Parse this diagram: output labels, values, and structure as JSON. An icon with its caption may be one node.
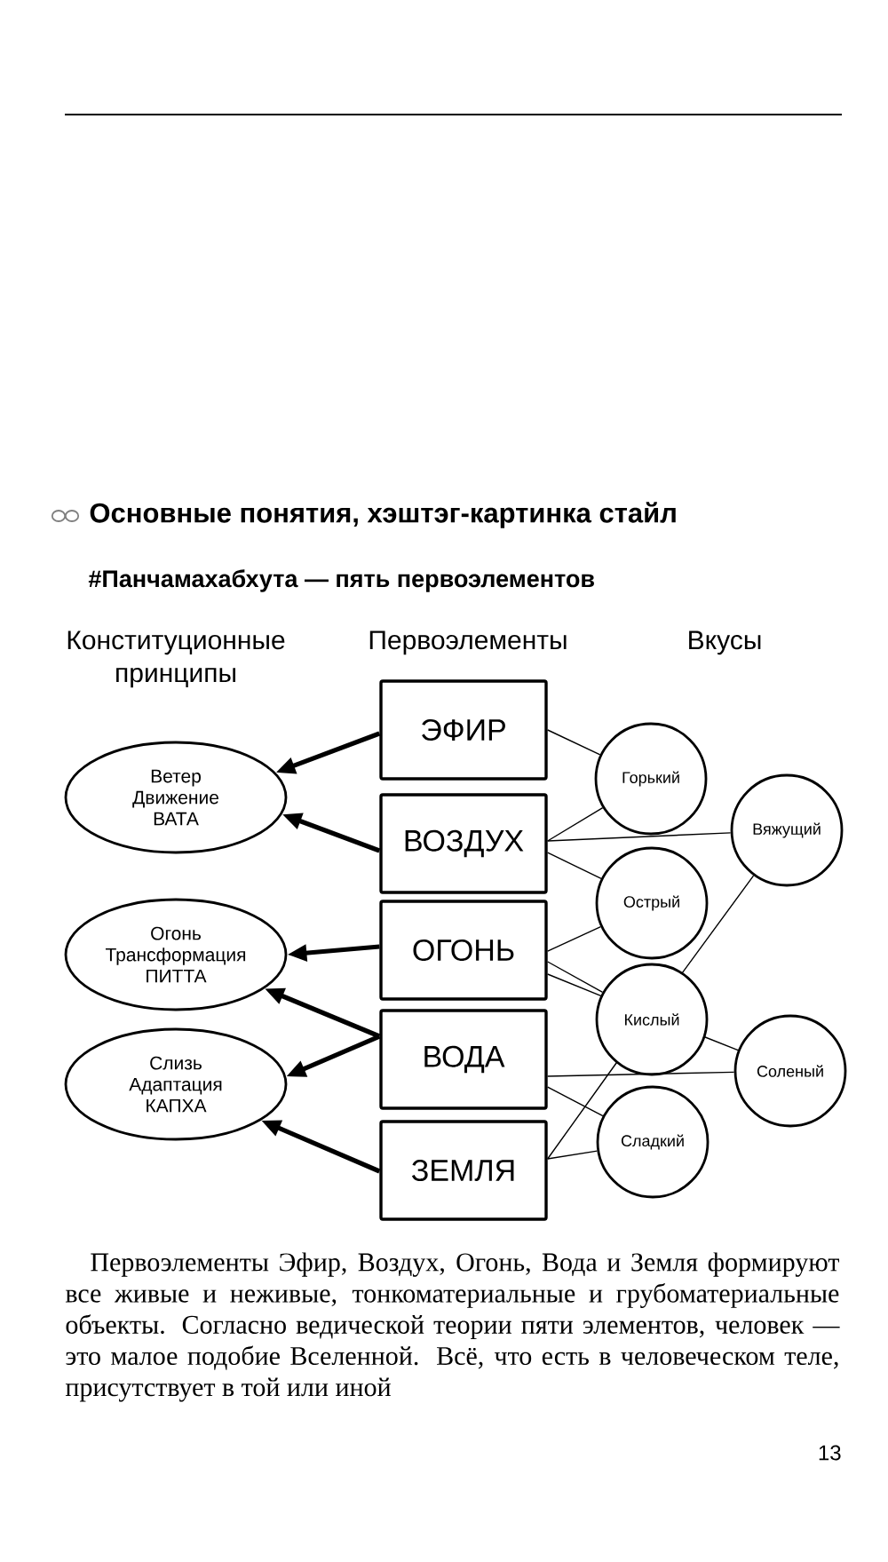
{
  "diagram": {
    "title": "Основные понятия, хэштэг-картинка стайл",
    "nodes": [
      {
        "text": [
          "ЭФИР"
        ]
      },
      {
        "text": [
          "ВОЗДУХ"
        ]
      },
      {
        "text": [
          "ОГОНЬ"
        ]
      },
      {
        "text": [
          "ВОДА"
        ]
      },
      {
        "text": [
          "ЗЕМЛЯ"
        ]
      },
      {
        "text": [
          "Ветер",
          "Движение",
          "ВАТА"
        ]
      },
      {
        "text": [
          "Огонь",
          "Трансформация",
          "ПИТТА"
        ]
      },
      {
        "text": [
          "Слизь",
          "Адаптация",
          "КАПХА"
        ]
      },
      {
        "text": [
          "Горький"
        ]
      },
      {
        "text": [
          "Вяжущий"
        ]
      },
      {
        "text": [
          "Острый"
        ]
      },
      {
        "text": [
          "Кислый"
        ]
      },
      {
        "text": [
          "Соленый"
        ]
      },
      {
        "text": [
          "Сладкий"
        ]
      }
    ],
    "edges": [
      {
        "from": 0,
        "to": 5,
        "arrow": "to",
        "style": "thick"
      },
      {
        "from": 1,
        "to": 5,
        "arrow": "to",
        "style": "thick"
      },
      {
        "from": 2,
        "to": 6,
        "arrow": "to",
        "style": "thick"
      },
      {
        "from": 3,
        "to": 6,
        "arrow": "to",
        "style": "thick"
      },
      {
        "from": 3,
        "to": 7,
        "arrow": "to",
        "style": "thick"
      },
      {
        "from": 4,
        "to": 7,
        "arrow": "to",
        "style": "thick"
      },
      {
        "from": 0,
        "to": 8,
        "arrow": "none"
      },
      {
        "from": 1,
        "to": 8,
        "arrow": "none"
      },
      {
        "from": 1,
        "to": 9,
        "arrow": "none"
      },
      {
        "from": 1,
        "to": 10,
        "arrow": "none"
      },
      {
        "from": 2,
        "to": 10,
        "arrow": "none"
      },
      {
        "from": 2,
        "to": 11,
        "arrow": "none"
      },
      {
        "from": 2,
        "to": 12,
        "arrow": "none"
      },
      {
        "from": 3,
        "to": 12,
        "arrow": "none"
      },
      {
        "from": 3,
        "to": 13,
        "arrow": "none"
      },
      {
        "from": 4,
        "to": 13,
        "arrow": "none"
      },
      {
        "from": 4,
        "to": 9,
        "arrow": "none"
      }
    ],
    "labels": [
      "#Панчамахабхута — пять первоэлементов",
      "Конституционные принципы",
      "Первоэлементы",
      "Вкусы",
      "Первоэлементы Эфир, Воздух, Огонь, Вода и Земля формируют все живые и неживые, тонкоматериальные и грубоматериальные объекты. Согласно ведической теории пяти элементов, человек — это малое подобие Вселенной. Всё, что есть в человеческом теле, присутствует в той или иной",
      "13"
    ]
  }
}
